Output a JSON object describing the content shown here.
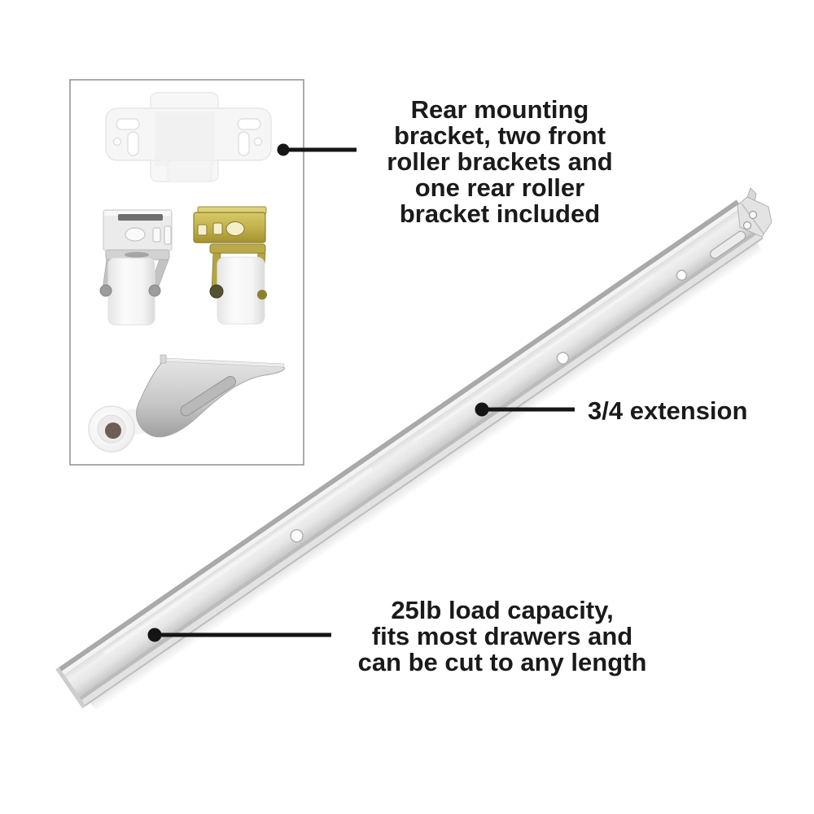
{
  "page": {
    "background": "#ffffff"
  },
  "annotations": {
    "hardware": {
      "lines": [
        "Rear mounting",
        "bracket, two front",
        "roller brackets and",
        "one rear roller",
        "bracket included"
      ]
    },
    "extension": {
      "lines": [
        "3/4 extension"
      ]
    },
    "capacity": {
      "lines": [
        "25lb load capacity,",
        "fits most drawers and",
        "can be cut to any length"
      ]
    }
  },
  "icons": {
    "inset_parts": [
      "rear-mounting-bracket-image",
      "front-roller-bracket-white-image",
      "front-roller-bracket-zinc-image",
      "rear-roller-bracket-image"
    ],
    "main_product": "drawer-slide-rail-image"
  },
  "colors": {
    "text": "#1a1a1a",
    "callout": "#151515",
    "inset_border": "#8f8f8f",
    "rail_metal": "#d9d9d9",
    "zinc_yellow": "#b9a945",
    "roller_white": "#f6f6f6"
  }
}
